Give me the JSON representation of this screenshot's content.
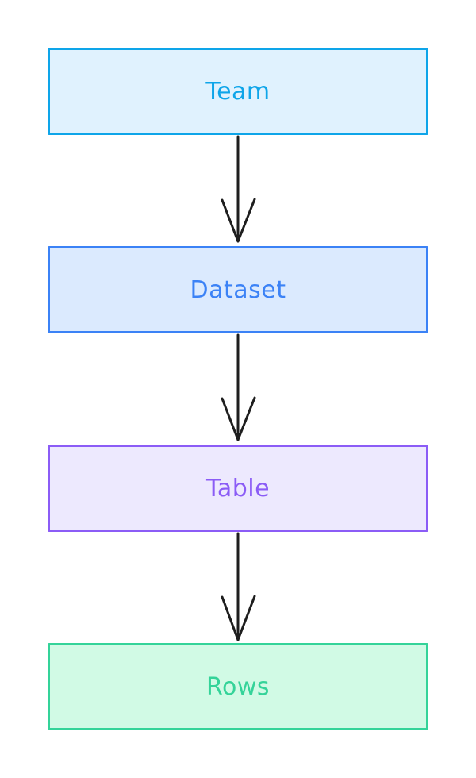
{
  "diagram": {
    "nodes": [
      {
        "id": "team",
        "label": "Team",
        "stroke": "#0ea5e9",
        "fill": "#e0f2fe",
        "text": "#0ea5e9"
      },
      {
        "id": "dataset",
        "label": "Dataset",
        "stroke": "#3b82f6",
        "fill": "#dbeafe",
        "text": "#3b82f6"
      },
      {
        "id": "table",
        "label": "Table",
        "stroke": "#8b5cf6",
        "fill": "#ede9fe",
        "text": "#8b5cf6"
      },
      {
        "id": "rows",
        "label": "Rows",
        "stroke": "#34d399",
        "fill": "#d1fae5",
        "text": "#34d399"
      }
    ],
    "edges": [
      {
        "from": "team",
        "to": "dataset"
      },
      {
        "from": "dataset",
        "to": "table"
      },
      {
        "from": "table",
        "to": "rows"
      }
    ],
    "arrow_color": "#1e1e1e"
  }
}
